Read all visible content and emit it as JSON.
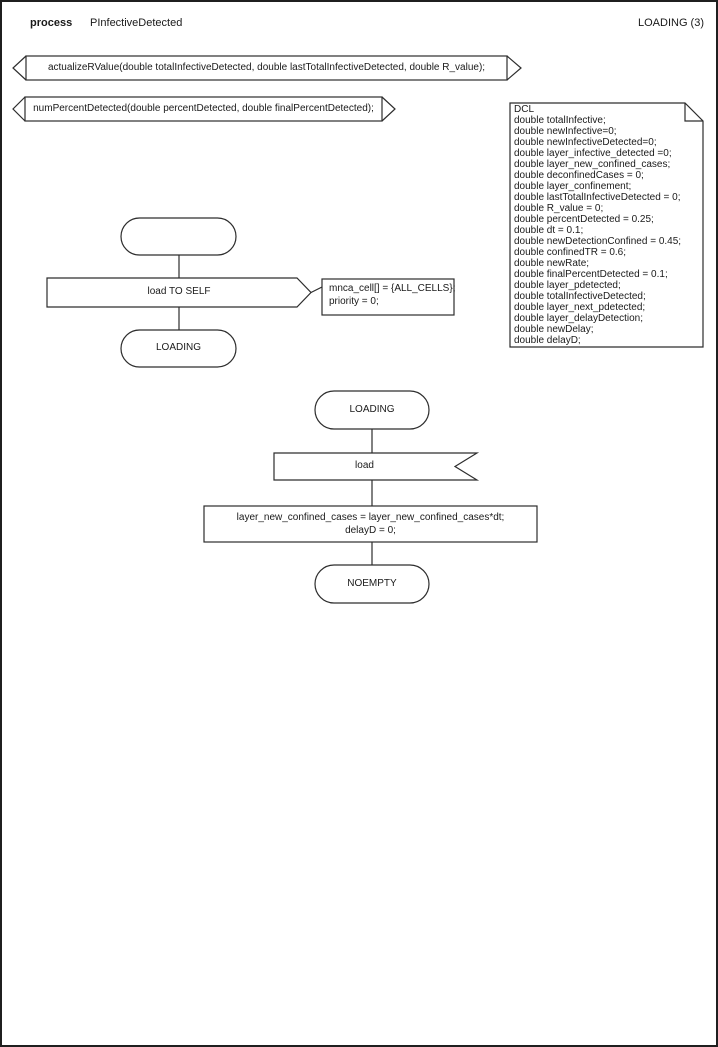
{
  "theme": {
    "ink": "#2d2d2d",
    "background": "#ffffff"
  },
  "header": {
    "kind_label": "process",
    "process_name": "PInfectiveDetected",
    "state_page_label": "LOADING (3)"
  },
  "procedure_declarations": [
    {
      "signature": "actualizeRValue(double totalInfectiveDetected, double lastTotalInfectiveDetected, double R_value);"
    },
    {
      "signature": "numPercentDetected(double percentDetected, double finalPercentDetected);"
    }
  ],
  "dcl_note": {
    "lines": [
      "DCL",
      "double totalInfective;",
      "double newInfective=0;",
      "double newInfectiveDetected=0;",
      "double layer_infective_detected =0;",
      "double layer_new_confined_cases;",
      "double deconfinedCases = 0;",
      "double layer_confinement;",
      "double lastTotalInfectiveDetected = 0;",
      "double R_value = 0;",
      "double percentDetected = 0.25;",
      "double dt = 0.1;",
      "double newDetectionConfined = 0.45;",
      "double confinedTR = 0.6;",
      "double newRate;",
      "double finalPercentDetected = 0.1;",
      "double layer_pdetected;",
      "double totalInfectiveDetected;",
      "double layer_next_pdetected;",
      "double layer_delayDetection;",
      "double newDelay;",
      "double delayD;"
    ]
  },
  "start_transition": {
    "output_label": "load TO SELF",
    "comment_lines": [
      "mnca_cell[] = {ALL_CELLS};",
      "priority = 0;"
    ],
    "next_state": "LOADING"
  },
  "loading_transition": {
    "state_label": "LOADING",
    "input_label": "load",
    "task_lines": [
      "layer_new_confined_cases = layer_new_confined_cases*dt;",
      "delayD = 0;"
    ],
    "next_state": "NOEMPTY"
  }
}
